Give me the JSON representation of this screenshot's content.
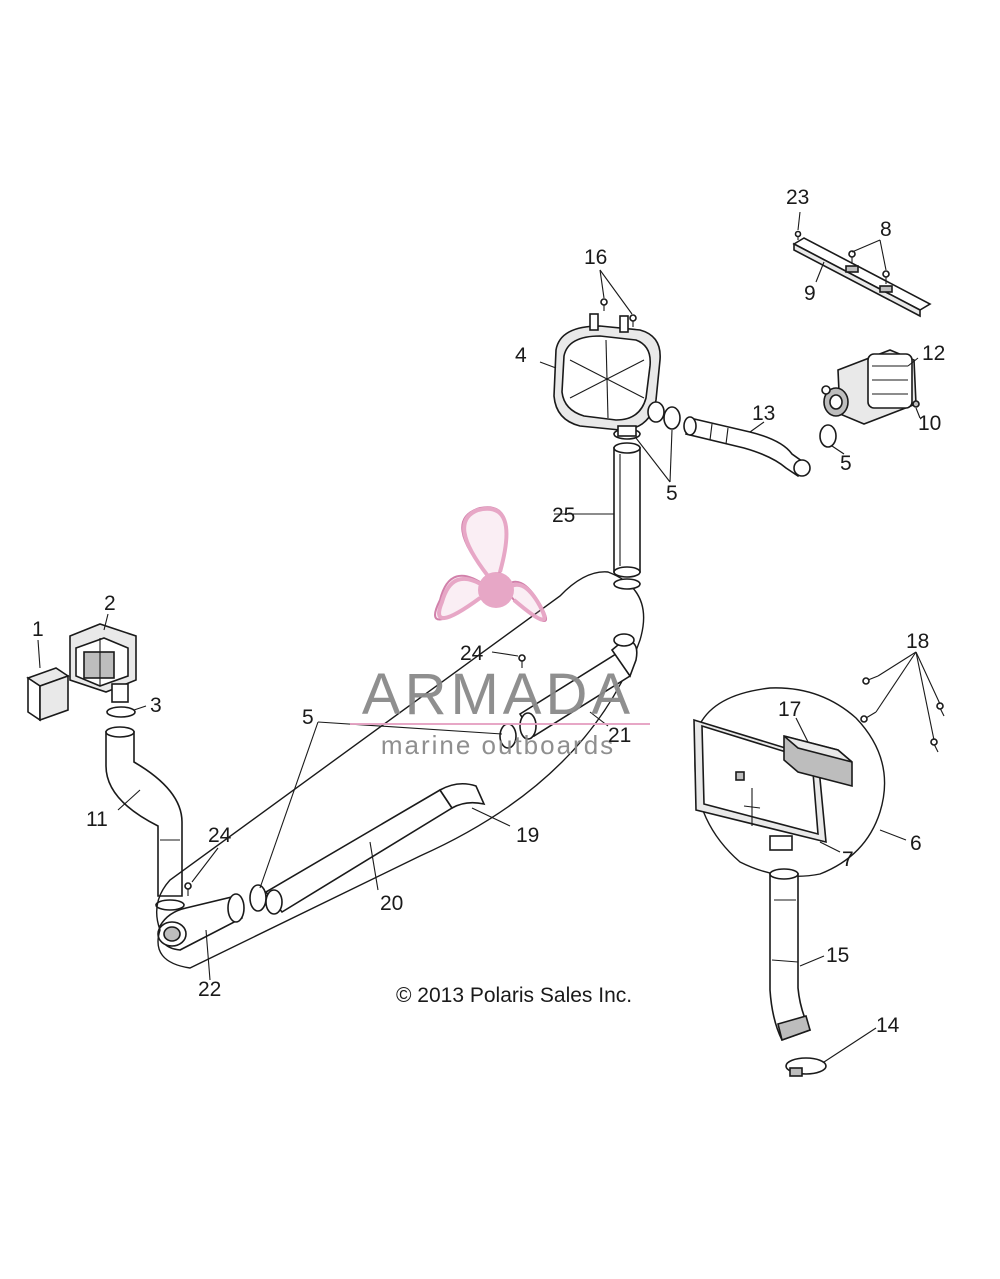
{
  "copyright": "© 2013 Polaris Sales Inc.",
  "watermark": {
    "brand": "ARMADA",
    "tagline": "marine outboards",
    "icon": "propeller-icon",
    "color": "#e6a3c4"
  },
  "callouts": {
    "c1": "1",
    "c2": "2",
    "c3": "3",
    "c4": "4",
    "c5a": "5",
    "c5b": "5",
    "c5c": "5",
    "c6": "6",
    "c7": "7",
    "c8": "8",
    "c9": "9",
    "c10": "10",
    "c11": "11",
    "c12": "12",
    "c13": "13",
    "c14": "14",
    "c15": "15",
    "c16": "16",
    "c17": "17",
    "c18": "18",
    "c19": "19",
    "c20": "20",
    "c21": "21",
    "c22": "22",
    "c23": "23",
    "c24a": "24",
    "c24b": "24",
    "c25": "25"
  }
}
